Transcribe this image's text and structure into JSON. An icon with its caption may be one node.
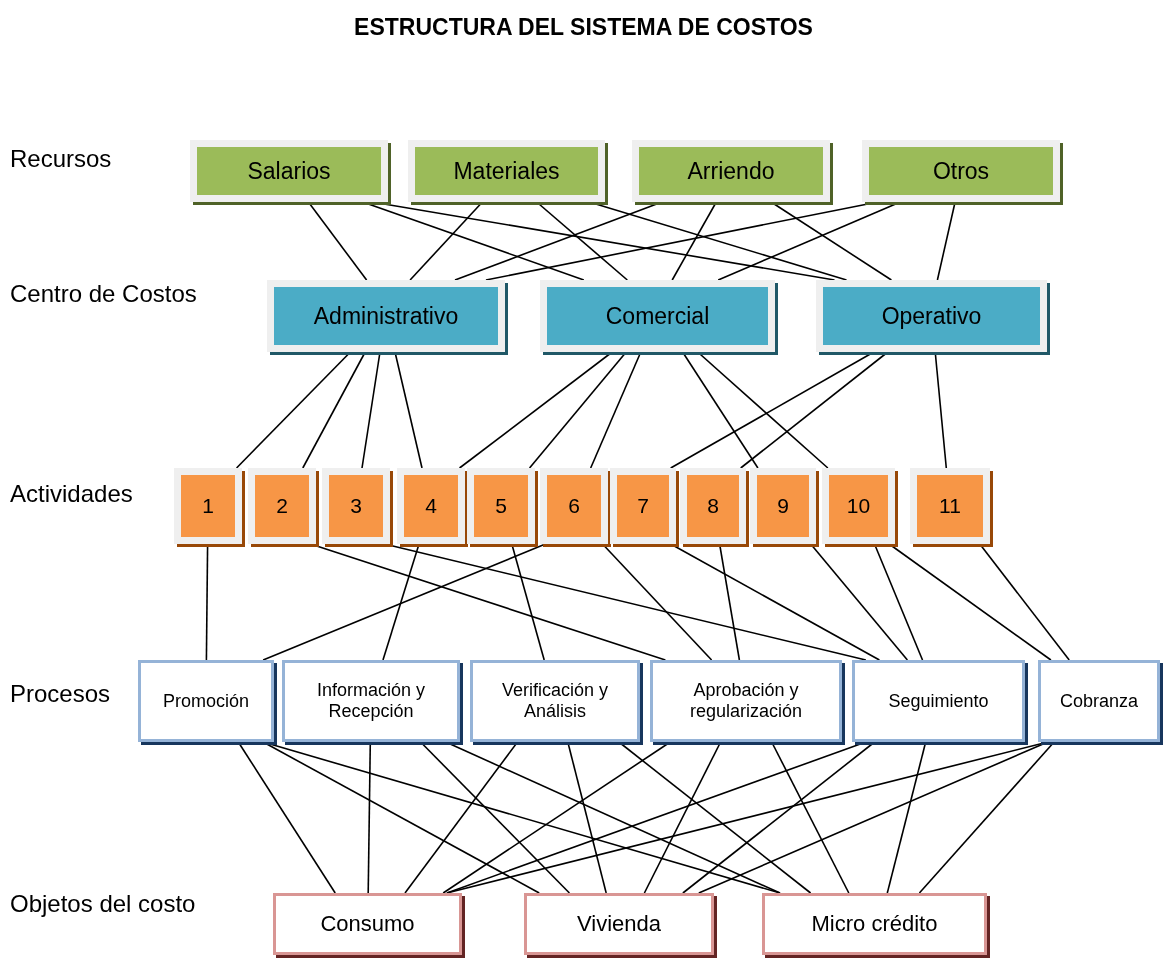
{
  "diagram": {
    "title": "ESTRUCTURA DEL SISTEMA DE COSTOS",
    "nodes": [
      {
        "text": [
          "Salarios"
        ]
      },
      {
        "text": [
          "Materiales"
        ]
      },
      {
        "text": [
          "Arriendo"
        ]
      },
      {
        "text": [
          "Otros"
        ]
      },
      {
        "text": [
          "Administrativo"
        ]
      },
      {
        "text": [
          "Comercial"
        ]
      },
      {
        "text": [
          "Operativo"
        ]
      },
      {
        "text": [
          "1"
        ]
      },
      {
        "text": [
          "2"
        ]
      },
      {
        "text": [
          "3"
        ]
      },
      {
        "text": [
          "4"
        ]
      },
      {
        "text": [
          "5"
        ]
      },
      {
        "text": [
          "6"
        ]
      },
      {
        "text": [
          "7"
        ]
      },
      {
        "text": [
          "8"
        ]
      },
      {
        "text": [
          "9"
        ]
      },
      {
        "text": [
          "10"
        ]
      },
      {
        "text": [
          "11"
        ]
      },
      {
        "text": [
          "Promoción"
        ]
      },
      {
        "text": [
          "Información y Recepción"
        ]
      },
      {
        "text": [
          "Verificación y Análisis"
        ]
      },
      {
        "text": [
          "Aprobación y regularización"
        ]
      },
      {
        "text": [
          "Seguimiento"
        ]
      },
      {
        "text": [
          "Cobranza"
        ]
      },
      {
        "text": [
          "Consumo"
        ]
      },
      {
        "text": [
          "Vivienda"
        ]
      },
      {
        "text": [
          "Micro crédito"
        ]
      }
    ],
    "edges": [
      {
        "from": 0,
        "to": 4,
        "arrow": "none"
      },
      {
        "from": 0,
        "to": 5,
        "arrow": "none"
      },
      {
        "from": 0,
        "to": 6,
        "arrow": "none"
      },
      {
        "from": 1,
        "to": 4,
        "arrow": "none"
      },
      {
        "from": 1,
        "to": 5,
        "arrow": "none"
      },
      {
        "from": 1,
        "to": 6,
        "arrow": "none"
      },
      {
        "from": 2,
        "to": 4,
        "arrow": "none"
      },
      {
        "from": 2,
        "to": 5,
        "arrow": "none"
      },
      {
        "from": 2,
        "to": 6,
        "arrow": "none"
      },
      {
        "from": 3,
        "to": 4,
        "arrow": "none"
      },
      {
        "from": 3,
        "to": 5,
        "arrow": "none"
      },
      {
        "from": 3,
        "to": 6,
        "arrow": "none"
      },
      {
        "from": 4,
        "to": 7,
        "arrow": "none"
      },
      {
        "from": 4,
        "to": 8,
        "arrow": "none"
      },
      {
        "from": 4,
        "to": 9,
        "arrow": "none"
      },
      {
        "from": 4,
        "to": 10,
        "arrow": "none"
      },
      {
        "from": 5,
        "to": 10,
        "arrow": "none"
      },
      {
        "from": 5,
        "to": 11,
        "arrow": "none"
      },
      {
        "from": 5,
        "to": 12,
        "arrow": "none"
      },
      {
        "from": 5,
        "to": 15,
        "arrow": "none"
      },
      {
        "from": 5,
        "to": 16,
        "arrow": "none"
      },
      {
        "from": 6,
        "to": 13,
        "arrow": "none"
      },
      {
        "from": 6,
        "to": 14,
        "arrow": "none"
      },
      {
        "from": 6,
        "to": 17,
        "arrow": "none"
      },
      {
        "from": 7,
        "to": 18,
        "arrow": "none"
      },
      {
        "from": 8,
        "to": 21,
        "arrow": "none"
      },
      {
        "from": 9,
        "to": 22,
        "arrow": "none"
      },
      {
        "from": 10,
        "to": 19,
        "arrow": "none"
      },
      {
        "from": 11,
        "to": 20,
        "arrow": "none"
      },
      {
        "from": 12,
        "to": 18,
        "arrow": "none"
      },
      {
        "from": 12,
        "to": 21,
        "arrow": "none"
      },
      {
        "from": 13,
        "to": 22,
        "arrow": "none"
      },
      {
        "from": 14,
        "to": 21,
        "arrow": "none"
      },
      {
        "from": 15,
        "to": 22,
        "arrow": "none"
      },
      {
        "from": 16,
        "to": 22,
        "arrow": "none"
      },
      {
        "from": 16,
        "to": 23,
        "arrow": "none"
      },
      {
        "from": 17,
        "to": 23,
        "arrow": "none"
      },
      {
        "from": 18,
        "to": 24,
        "arrow": "none"
      },
      {
        "from": 18,
        "to": 25,
        "arrow": "none"
      },
      {
        "from": 18,
        "to": 26,
        "arrow": "none"
      },
      {
        "from": 19,
        "to": 24,
        "arrow": "none"
      },
      {
        "from": 19,
        "to": 25,
        "arrow": "none"
      },
      {
        "from": 19,
        "to": 26,
        "arrow": "none"
      },
      {
        "from": 20,
        "to": 24,
        "arrow": "none"
      },
      {
        "from": 20,
        "to": 25,
        "arrow": "none"
      },
      {
        "from": 20,
        "to": 26,
        "arrow": "none"
      },
      {
        "from": 21,
        "to": 24,
        "arrow": "none"
      },
      {
        "from": 21,
        "to": 25,
        "arrow": "none"
      },
      {
        "from": 21,
        "to": 26,
        "arrow": "none"
      },
      {
        "from": 22,
        "to": 24,
        "arrow": "none"
      },
      {
        "from": 22,
        "to": 25,
        "arrow": "none"
      },
      {
        "from": 22,
        "to": 26,
        "arrow": "none"
      },
      {
        "from": 23,
        "to": 24,
        "arrow": "none"
      },
      {
        "from": 23,
        "to": 25,
        "arrow": "none"
      },
      {
        "from": 23,
        "to": 26,
        "arrow": "none"
      }
    ],
    "labels": [
      "Recursos",
      "Centro de Costos",
      "Actividades",
      "Procesos",
      "Objetos del costo"
    ]
  }
}
